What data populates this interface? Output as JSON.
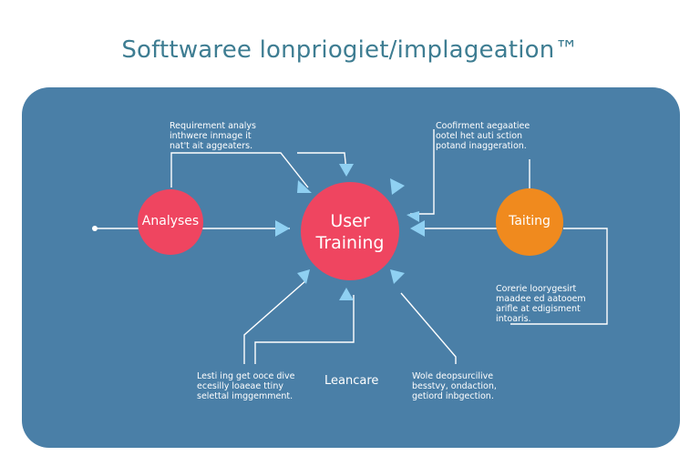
{
  "title": "Softtwaree lonpriogiet/implageation™",
  "nodes": {
    "analyses": "Analyses",
    "user_training_line1": "User",
    "user_training_line2": "Training",
    "testing": "Taiting"
  },
  "notes": {
    "top_left": [
      "Requirement analys",
      "inthwere inmage it",
      "nat't ait aggeaters."
    ],
    "top_right": [
      "Coofirment aegaatiee",
      "ootel het auti sction",
      "potand inaggeration."
    ],
    "right": [
      "Corerie loorygesirt",
      "maadee ed aatooem",
      "arifle at edigisment",
      "intoaris."
    ],
    "bottom_left": [
      "Lesti ing get ooce dive",
      "ecesilly loaeae ttiny",
      "selettal imggemment."
    ],
    "bottom_center": "Leancare",
    "bottom_right": [
      "Wole deopsurcilive",
      "besstvy, ondaction,",
      "getiord inbgection."
    ]
  },
  "colors": {
    "title": "#3e7d92",
    "panel": "#4a7fa7",
    "node_red": "#ef4560",
    "node_orange": "#f08a1e",
    "arrow": "#8fd0f2",
    "line": "#ffffff"
  }
}
